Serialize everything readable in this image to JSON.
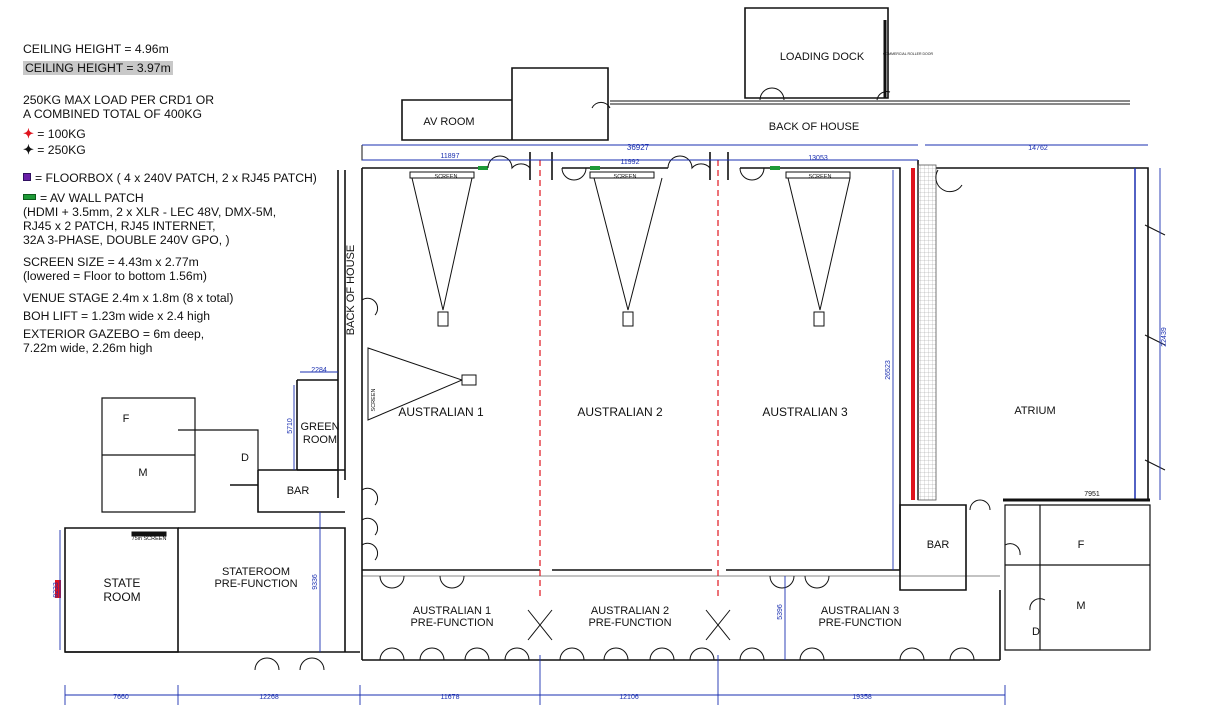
{
  "legend": {
    "ceiling_1": "CEILING HEIGHT = 4.96m",
    "ceiling_2": "CEILING HEIGHT = 3.97m",
    "max_load": "250KG MAX LOAD PER CRD1 OR\nA COMBINED TOTAL OF 400KG",
    "red_point": "= 100KG",
    "black_point": "= 250KG",
    "floorbox": "= FLOORBOX ( 4 x 240V PATCH, 2 x RJ45 PATCH)",
    "av_wall_patch": "= AV WALL PATCH",
    "av_wall_detail": "(HDMI + 3.5mm, 2 x XLR - LEC 48V, DMX-5M,\nRJ45 x 2 PATCH, RJ45 INTERNET,\n32A 3-PHASE, DOUBLE 240V GPO, )",
    "screen_size": "SCREEN SIZE = 4.43m x 2.77m\n(lowered = Floor to bottom 1.56m)",
    "venue_stage": "VENUE STAGE 2.4m x 1.8m (8 x total)",
    "boh_lift": "BOH LIFT = 1.23m wide x 2.4 high",
    "gazebo": "EXTERIOR GAZEBO  = 6m deep,\n7.22m wide, 2.26m high"
  },
  "rooms": {
    "loading_dock": "LOADING DOCK",
    "av_room": "AV ROOM",
    "back_of_house": "BACK OF HOUSE",
    "back_of_house_vertical": "BACK OF HOUSE",
    "australian_1": "AUSTRALIAN 1",
    "australian_2": "AUSTRALIAN 2",
    "australian_3": "AUSTRALIAN 3",
    "atrium": "ATRIUM",
    "green_room_1": "GREEN",
    "green_room_2": "ROOM",
    "bar_left": "BAR",
    "bar_right": "BAR",
    "state_room_1": "STATE",
    "state_room_2": "ROOM",
    "stateroom_pf_1": "STATEROOM",
    "stateroom_pf_2": "PRE-FUNCTION",
    "aus1_pf_1": "AUSTRALIAN 1",
    "aus1_pf_2": "PRE-FUNCTION",
    "aus2_pf_1": "AUSTRALIAN 2",
    "aus2_pf_2": "PRE-FUNCTION",
    "aus3_pf_1": "AUSTRALIAN 3",
    "aus3_pf_2": "PRE-FUNCTION",
    "f_left": "F",
    "m_left": "M",
    "d_left": "D",
    "f_right": "F",
    "m_right": "M",
    "d_right": "D"
  },
  "labels": {
    "screen": "SCREEN",
    "screen_side": "SCREEN",
    "screen_75": "75in SCREEN",
    "dock_note": "COMMERCIAL ROLLER DOOR"
  },
  "dimensions": {
    "d36927": "36927",
    "d11897": "11897",
    "d11992": "11992",
    "d13053": "13053",
    "d14762": "14762",
    "d2284": "2284",
    "d5710": "5710",
    "d26523": "26523",
    "d22439": "22439",
    "d7951": "7951",
    "d9336": "9336",
    "d8233": "8233",
    "d5396": "5396",
    "d7660": "7660",
    "d12268": "12268",
    "d11678": "11678",
    "d12106": "12106",
    "d19358": "19358"
  },
  "colors": {
    "wall": "#111111",
    "dimension": "#1a2fb0",
    "partition": "#e0141e",
    "highlight": "#c8c8c8",
    "floorbox": "#6a1fa8",
    "wall_patch": "#1e9a37"
  }
}
